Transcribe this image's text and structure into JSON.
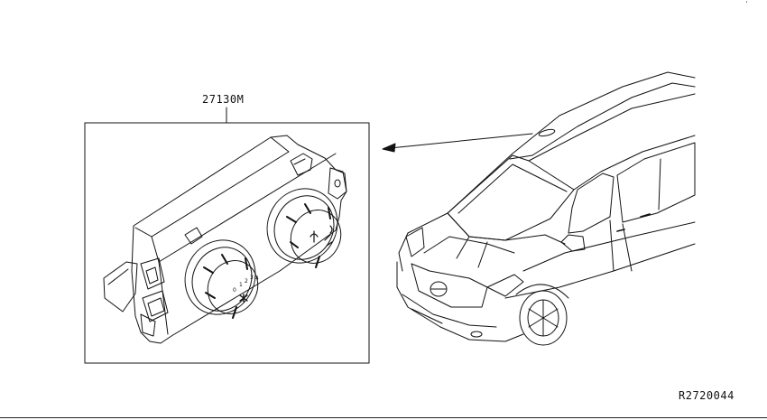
{
  "diagram": {
    "part_number": "27130M",
    "reference_code": "R2720044",
    "fan_knob_markings": [
      "0",
      "1",
      "2",
      "3",
      "4"
    ]
  },
  "colors": {
    "line": "#111111",
    "background": "#ffffff"
  }
}
